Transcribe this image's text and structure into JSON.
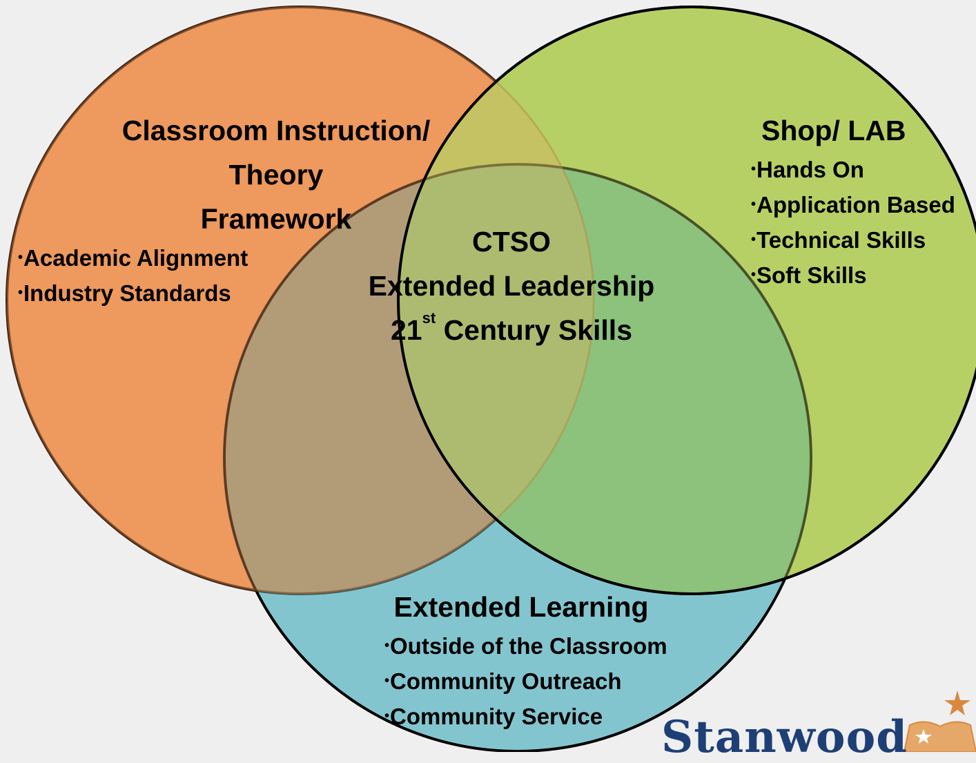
{
  "colors": {
    "background": "#efefef",
    "classroom_circle": "#ee9a5e",
    "shop_circle": "#b7d065",
    "learning_circle": "#2aa3b3",
    "logo_text": "#1e3f76",
    "logo_accent": "#d9883f"
  },
  "classroom": {
    "title_line1": "Classroom Instruction/",
    "title_line2": "Theory",
    "title_line3": "Framework",
    "bullets": [
      "Academic Alignment",
      "Industry Standards"
    ]
  },
  "shop": {
    "title": "Shop/ LAB",
    "bullets": [
      "Hands On",
      "Application Based",
      "Technical Skills",
      "Soft Skills"
    ]
  },
  "center": {
    "line1": "CTSO",
    "line2": "Extended Leadership",
    "line3_number": "21",
    "line3_sup": "st",
    "line3_rest": " Century Skills"
  },
  "learning": {
    "title": "Extended Learning",
    "bullets": [
      "Outside of the Classroom",
      "Community Outreach",
      "Community Service"
    ]
  },
  "logo": {
    "text": "Stanwood",
    "icon": "book-star-icon"
  }
}
